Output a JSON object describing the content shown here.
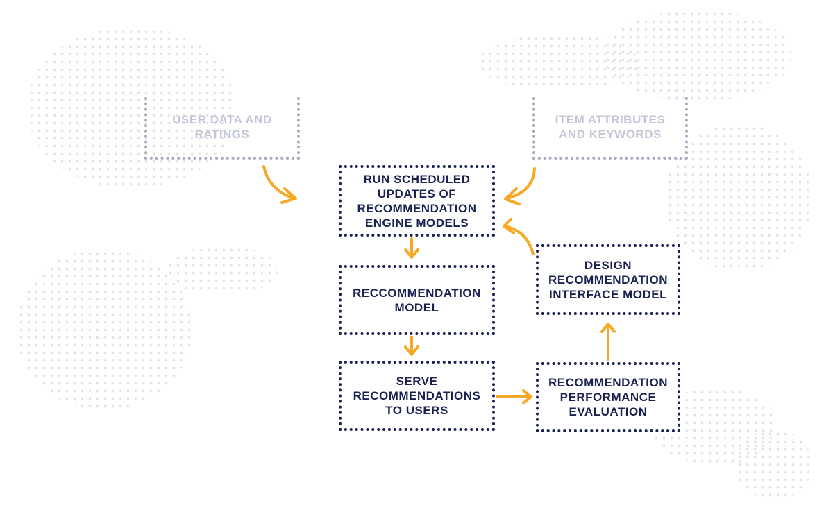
{
  "colors": {
    "primary_border": "#1b2150",
    "input_text": "#c3c6d6",
    "input_border": "#a8acc0",
    "arrow": "#f6a924",
    "dots": "#e1e3ea"
  },
  "nodes": {
    "user_data": "USER DATA AND\nRATINGS",
    "item_attributes": "ITEM ATTRIBUTES\nAND KEYWORDS",
    "run_updates": "RUN SCHEDULED\nUPDATES OF\nRECOMMENDATION\nENGINE MODELS",
    "model": "RECCOMMENDATION\nMODEL",
    "serve": "SERVE\nRECOMMENDATIONS\nTO USERS",
    "evaluation": "RECOMMENDATION\nPERFORMANCE\nEVALUATION",
    "design": "DESIGN\nRECOMMENDATION\nINTERFACE MODEL"
  },
  "edges": [
    {
      "from": "user_data",
      "to": "run_updates"
    },
    {
      "from": "item_attributes",
      "to": "run_updates"
    },
    {
      "from": "run_updates",
      "to": "model"
    },
    {
      "from": "model",
      "to": "serve"
    },
    {
      "from": "serve",
      "to": "evaluation"
    },
    {
      "from": "evaluation",
      "to": "design"
    },
    {
      "from": "design",
      "to": "run_updates"
    }
  ]
}
